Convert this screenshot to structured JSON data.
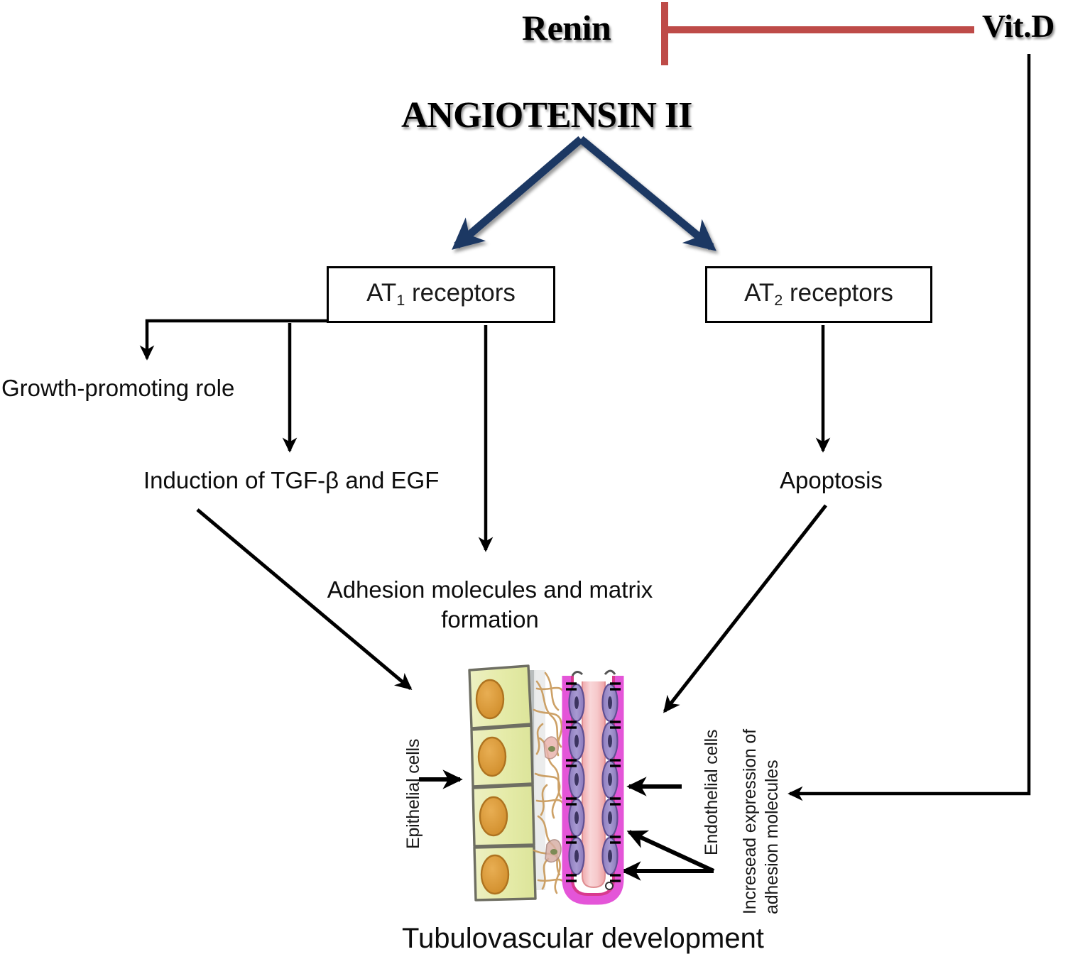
{
  "diagram": {
    "title_caption": "Tubulovascular development",
    "colors": {
      "inhibition_red": "#BE4B48",
      "activation_blue": "#1F3864",
      "arrow_black": "#000000",
      "epithelial_cell_fill": "#E8EDB4",
      "epithelial_nucleus": "#D99A3A",
      "endothelial_cell_fill": "#9B8BC8",
      "vessel_lumen": "#F2BCBE",
      "vessel_membrane": "#E060D0",
      "matrix_fiber": "#C99A5B"
    },
    "nodes": {
      "renin": "Renin",
      "vitamin_d": "Vit.D",
      "angiotensin": "ANGIOTENSIN II",
      "at1_receptors_prefix": "AT",
      "at1_receptors_sub": "1",
      "at1_receptors_suffix": " receptors",
      "at2_receptors_prefix": "AT",
      "at2_receptors_sub": "2",
      "at2_receptors_suffix": " receptors",
      "growth_promoting": "Growth-promoting role",
      "induction_tgf_egf": "Induction of TGF-β and EGF",
      "apoptosis": "Apoptosis",
      "adhesion_matrix": "Adhesion molecules and matrix formation"
    },
    "cell_labels": {
      "epithelial": "Epithelial cells",
      "endothelial": "Endothelial cells",
      "increased_expression_line1": "Incresead expression of",
      "increased_expression_line2": "adhesion molecules"
    },
    "edges": [
      {
        "from": "Renin",
        "to": "ANGIOTENSIN II",
        "type": "activation",
        "color": "#1F3864"
      },
      {
        "from": "Vit.D",
        "to": "Renin",
        "type": "inhibition",
        "color": "#BE4B48"
      },
      {
        "from": "ANGIOTENSIN II",
        "to": "AT1 receptors",
        "type": "activation",
        "color": "#1F3864"
      },
      {
        "from": "ANGIOTENSIN II",
        "to": "AT2 receptors",
        "type": "activation",
        "color": "#1F3864"
      },
      {
        "from": "AT1 receptors",
        "to": "Growth-promoting role",
        "type": "arrow",
        "color": "#000000"
      },
      {
        "from": "AT1 receptors",
        "to": "Induction of TGF-β and EGF",
        "type": "arrow",
        "color": "#000000"
      },
      {
        "from": "AT1 receptors",
        "to": "Adhesion molecules and matrix formation",
        "type": "arrow",
        "color": "#000000"
      },
      {
        "from": "AT2 receptors",
        "to": "Apoptosis",
        "type": "arrow",
        "color": "#000000"
      },
      {
        "from": "Induction of TGF-β and EGF",
        "to": "Tubulovascular development",
        "type": "arrow",
        "color": "#000000"
      },
      {
        "from": "Apoptosis",
        "to": "Tubulovascular development",
        "type": "arrow",
        "color": "#000000"
      },
      {
        "from": "Vit.D",
        "to": "Tubulovascular development",
        "type": "arrow",
        "color": "#000000"
      }
    ]
  }
}
